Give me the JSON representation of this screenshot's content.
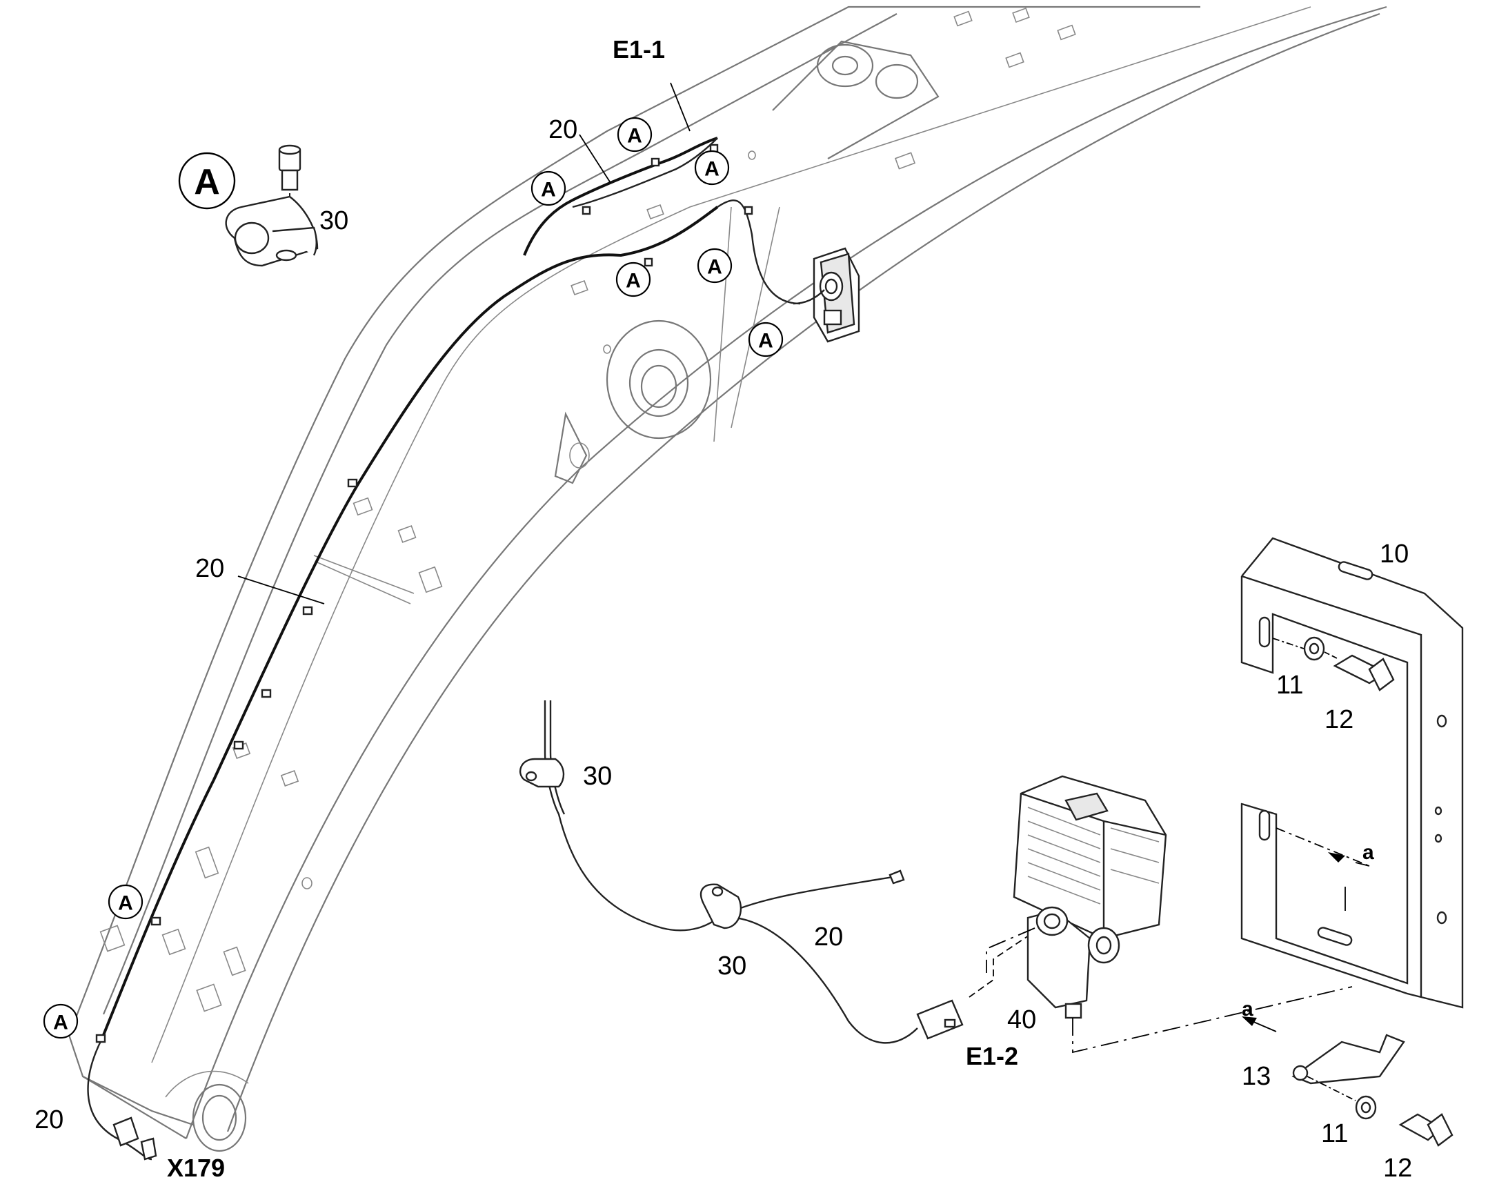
{
  "callouts": {
    "a_big": "A",
    "a_marker": "A",
    "e1_1": "E1-1",
    "e1_2": "E1-2",
    "x179": "X179",
    "n10": "10",
    "n11": "11",
    "n12": "12",
    "n13": "13",
    "n20": "20",
    "n30": "30",
    "n40": "40",
    "arrow_a": "a"
  }
}
